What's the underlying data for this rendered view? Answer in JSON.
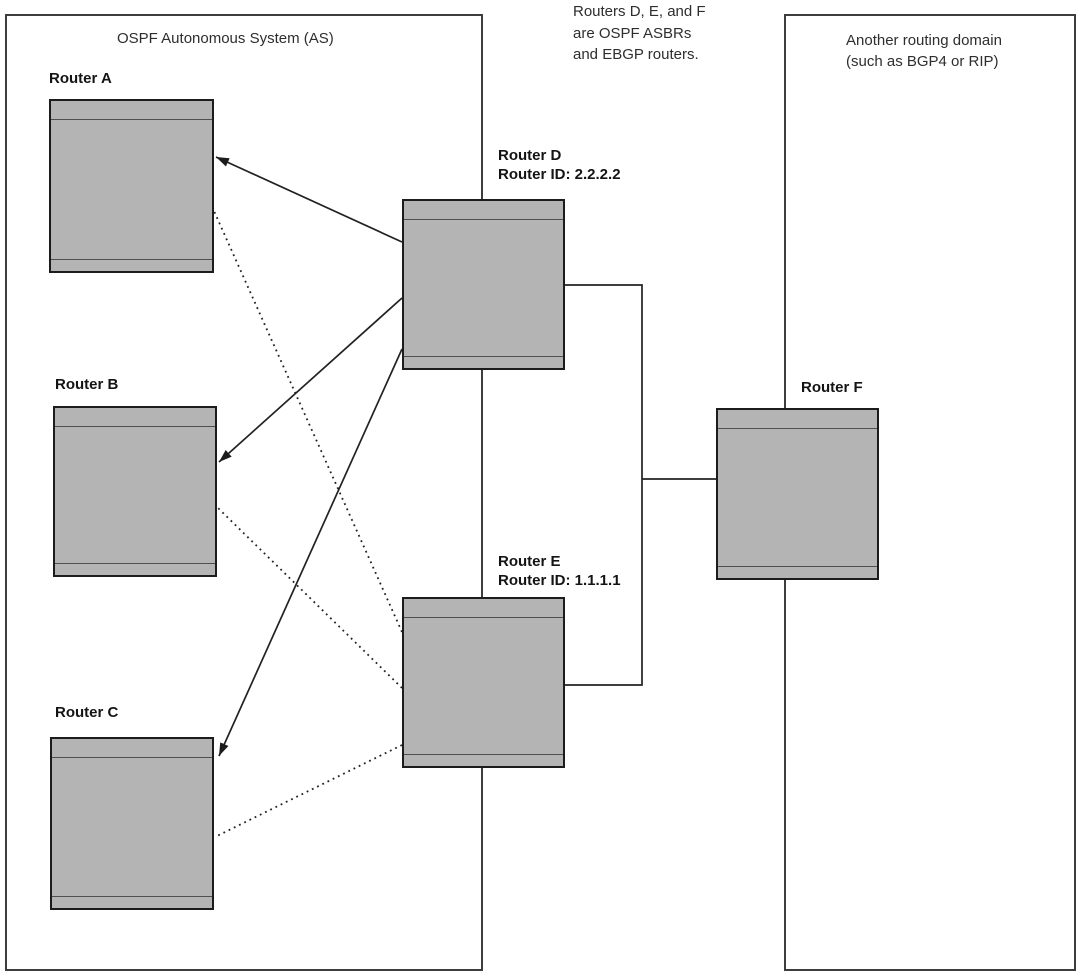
{
  "diagram": {
    "as_domain": {
      "title": "OSPF Autonomous System (AS)"
    },
    "external_domain": {
      "title": "Another routing domain\n(such as BGP4 or RIP)"
    },
    "note": "Routers D, E, and F\nare OSPF ASBRs\nand EBGP routers.",
    "routers": {
      "a": {
        "label": "Router A"
      },
      "b": {
        "label": "Router B"
      },
      "c": {
        "label": "Router C"
      },
      "d": {
        "label": "Router D\nRouter ID: 2.2.2.2",
        "router_id": "2.2.2.2"
      },
      "e": {
        "label": "Router E\nRouter ID: 1.1.1.1",
        "router_id": "1.1.1.1"
      },
      "f": {
        "label": "Router F"
      }
    },
    "connections": [
      {
        "from": "Router D",
        "to": "Router A",
        "style": "solid-arrow"
      },
      {
        "from": "Router D",
        "to": "Router B",
        "style": "solid-arrow"
      },
      {
        "from": "Router D",
        "to": "Router C",
        "style": "solid-arrow"
      },
      {
        "from": "Router E",
        "to": "Router A",
        "style": "dotted"
      },
      {
        "from": "Router E",
        "to": "Router B",
        "style": "dotted"
      },
      {
        "from": "Router E",
        "to": "Router C",
        "style": "dotted"
      },
      {
        "from": "Router D",
        "to": "Router F",
        "style": "solid-elbow"
      },
      {
        "from": "Router E",
        "to": "Router F",
        "style": "solid-elbow"
      }
    ],
    "colors": {
      "router_fill": "#b4b4b4",
      "router_border": "#1c1c1c",
      "wire": "#222222",
      "boundary": "#3d3d3d"
    }
  }
}
